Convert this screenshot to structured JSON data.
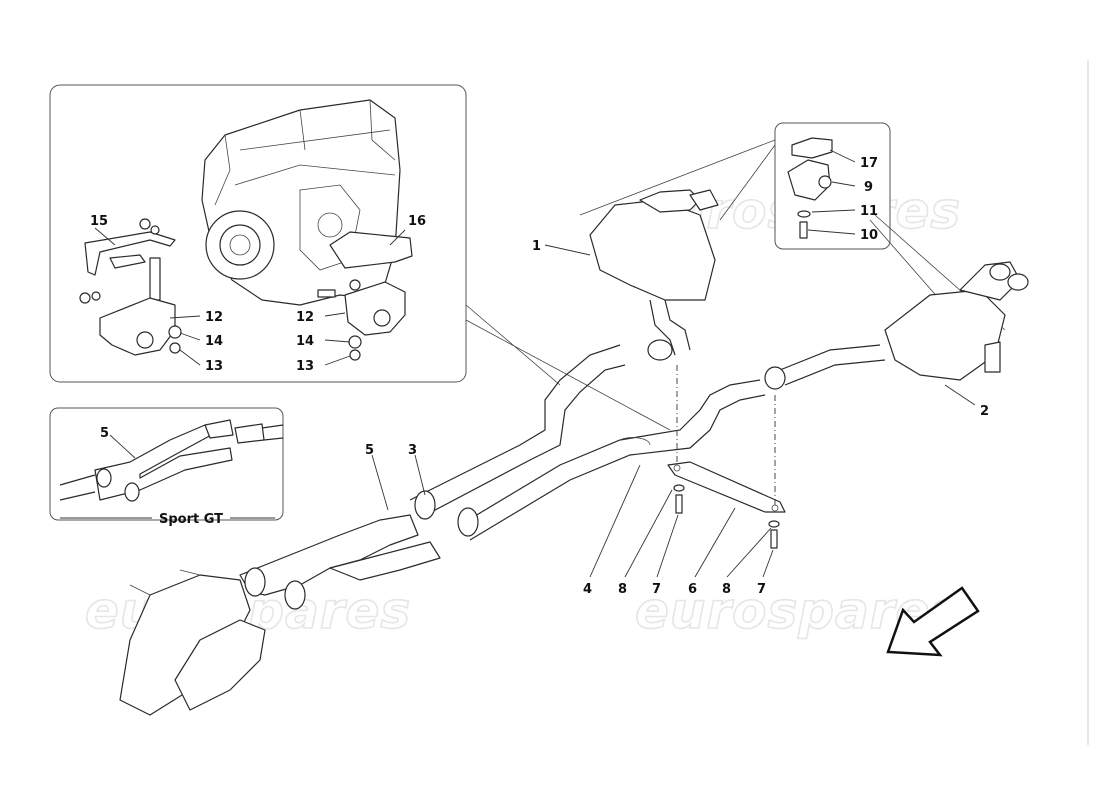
{
  "diagram": {
    "watermark_text": "eurospares",
    "inset_caption": "Sport GT",
    "callouts": {
      "c1": "1",
      "c2": "2",
      "c3": "3",
      "c4": "4",
      "c5": "5",
      "c5i": "5",
      "c6": "6",
      "c7a": "7",
      "c7b": "7",
      "c8a": "8",
      "c8b": "8",
      "c9": "9",
      "c10": "10",
      "c11": "11",
      "c12a": "12",
      "c12b": "12",
      "c13a": "13",
      "c13b": "13",
      "c14a": "14",
      "c14b": "14",
      "c15": "15",
      "c16": "16",
      "c17": "17"
    },
    "icons": [
      "direction-arrow-icon"
    ]
  }
}
